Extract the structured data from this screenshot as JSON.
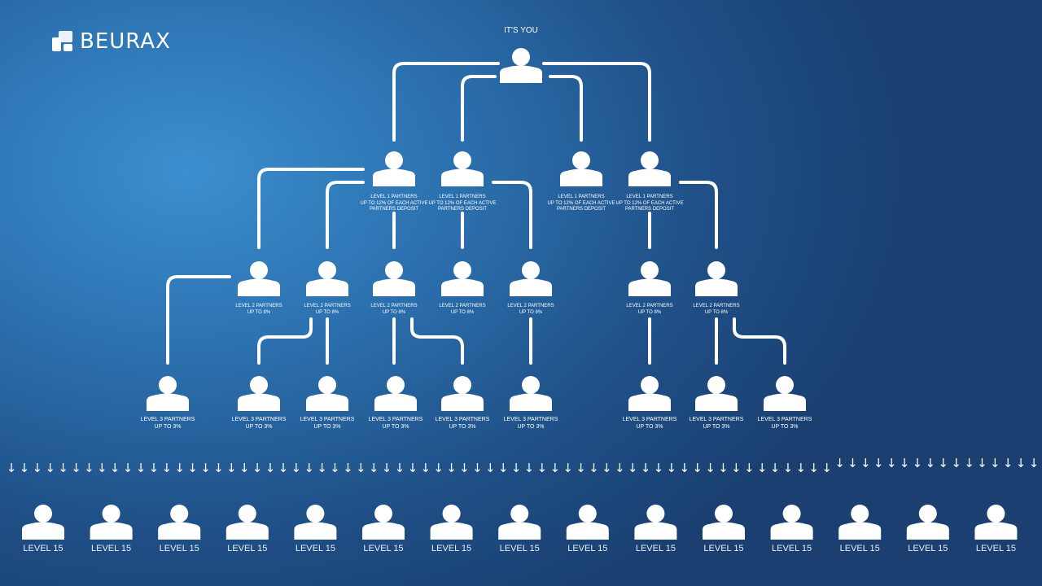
{
  "brand": {
    "name": "BEURAX"
  },
  "root": {
    "label": "IT'S YOU"
  },
  "level1": [
    {
      "line1": "LEVEL 1 PARTNERS",
      "line2": "UP TO 12% OF EACH ACTIVE",
      "line3": "PARTNERS DEPOSIT"
    },
    {
      "line1": "LEVEL 1 PARTNERS",
      "line2": "UP TO 12% OF EACH ACTIVE",
      "line3": "PARTNERS DEPOSIT"
    },
    {
      "line1": "LEVEL 1 PARTNERS",
      "line2": "UP TO 12% OF EACH ACTIVE",
      "line3": "PARTNERS DEPOSIT"
    },
    {
      "line1": "LEVEL 1 PARTNERS",
      "line2": "UP TO 12% OF EACH ACTIVE",
      "line3": "PARTNERS DEPOSIT"
    }
  ],
  "level2": [
    {
      "line1": "LEVEL 2 PARTNERS",
      "line2": "UP TO 8%"
    },
    {
      "line1": "LEVEL 2 PARTNERS",
      "line2": "UP TO 8%"
    },
    {
      "line1": "LEVEL 2 PARTNERS",
      "line2": "UP TO 8%"
    },
    {
      "line1": "LEVEL 2 PARTNERS",
      "line2": "UP TO 8%"
    },
    {
      "line1": "LEVEL 2 PARTNERS",
      "line2": "UP TO 8%"
    },
    {
      "line1": "LEVEL 2 PARTNERS",
      "line2": "UP TO 8%"
    },
    {
      "line1": "LEVEL 2 PARTNERS",
      "line2": "UP TO 8%"
    }
  ],
  "level3": [
    {
      "line1": "LEVEL 3 PARTNERS",
      "line2": "UP TO 3%"
    },
    {
      "line1": "LEVEL 3 PARTNERS",
      "line2": "UP TO 3%"
    },
    {
      "line1": "LEVEL 3 PARTNERS",
      "line2": "UP TO 3%"
    },
    {
      "line1": "LEVEL 3 PARTNERS",
      "line2": "UP TO 3%"
    },
    {
      "line1": "LEVEL 3 PARTNERS",
      "line2": "UP TO 3%"
    },
    {
      "line1": "LEVEL 3 PARTNERS",
      "line2": "UP TO 3%"
    },
    {
      "line1": "LEVEL 3 PARTNERS",
      "line2": "UP TO 3%"
    },
    {
      "line1": "LEVEL 3 PARTNERS",
      "line2": "UP TO 3%"
    },
    {
      "line1": "LEVEL 3 PARTNERS",
      "line2": "UP TO 3%"
    }
  ],
  "level15": [
    {
      "label": "LEVEL 15"
    },
    {
      "label": "LEVEL 15"
    },
    {
      "label": "LEVEL 15"
    },
    {
      "label": "LEVEL 15"
    },
    {
      "label": "LEVEL 15"
    },
    {
      "label": "LEVEL 15"
    },
    {
      "label": "LEVEL 15"
    },
    {
      "label": "LEVEL 15"
    },
    {
      "label": "LEVEL 15"
    },
    {
      "label": "LEVEL 15"
    },
    {
      "label": "LEVEL 15"
    },
    {
      "label": "LEVEL 15"
    },
    {
      "label": "LEVEL 15"
    },
    {
      "label": "LEVEL 15"
    },
    {
      "label": "LEVEL 15"
    }
  ],
  "arrow_glyph": "↓",
  "colors": {
    "background": "#2b6fad",
    "foreground": "#ffffff"
  }
}
